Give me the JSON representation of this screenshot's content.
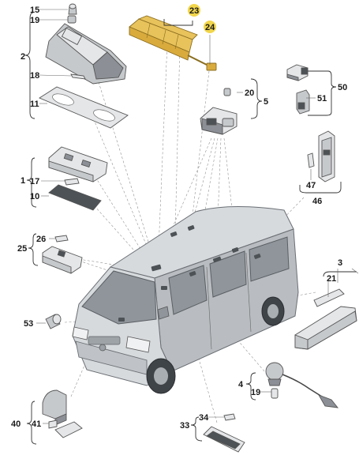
{
  "callouts": {
    "c2": "2",
    "c15": "15",
    "c19a": "19",
    "c18": "18",
    "c11": "11",
    "c23": "23",
    "c24": "24",
    "c20": "20",
    "c5": "5",
    "c50": "50",
    "c51": "51",
    "c47": "47",
    "c46": "46",
    "c1": "1",
    "c17": "17",
    "c10": "10",
    "c26": "26",
    "c25": "25",
    "c3": "3",
    "c21": "21",
    "c53": "53",
    "c4": "4",
    "c19b": "19",
    "c40": "40",
    "c41": "41",
    "c34": "34",
    "c33": "33"
  },
  "colors": {
    "highlight": "#f2d64b",
    "highlighted_part": "#e8c35c",
    "linework": "#333333",
    "van_body": "#d7dadd"
  }
}
